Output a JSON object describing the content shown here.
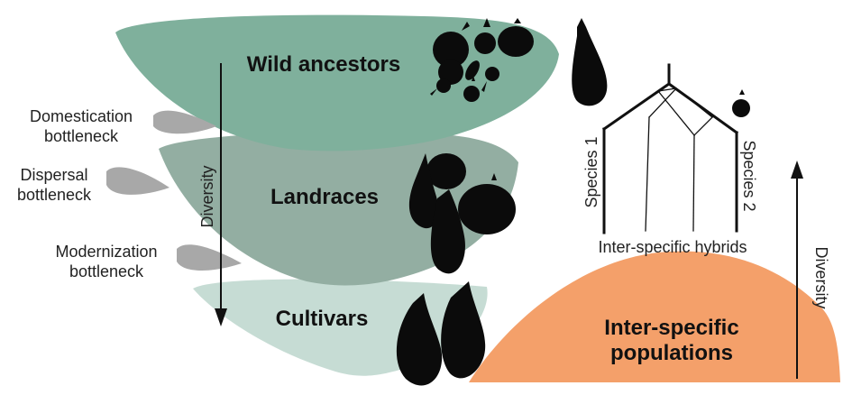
{
  "layers": {
    "wild": "Wild ancestors",
    "landraces": "Landraces",
    "cultivars": "Cultivars"
  },
  "bottlenecks": {
    "domestication": [
      "Domestication",
      "bottleneck"
    ],
    "dispersal": [
      "Dispersal",
      "bottleneck"
    ],
    "modernization": [
      "Modernization",
      "bottleneck"
    ]
  },
  "diversity_left": "Diversity",
  "diversity_right": "Diversity",
  "tree": {
    "species1": "Species 1",
    "species2": "Species 2",
    "hybrids": "Inter-specific hybrids"
  },
  "populations": [
    "Inter-specific",
    "populations"
  ],
  "colors": {
    "wild": "#7fb09c",
    "landraces": "#93aea2",
    "cultivars": "#c6dcd4",
    "bottleneck": "#a8a8a8",
    "populations": "#f4a06a",
    "silhouette": "#0b0b0b"
  },
  "icons": [
    "eggplant-fruit-icon",
    "arrow-down-icon",
    "arrow-up-icon"
  ]
}
